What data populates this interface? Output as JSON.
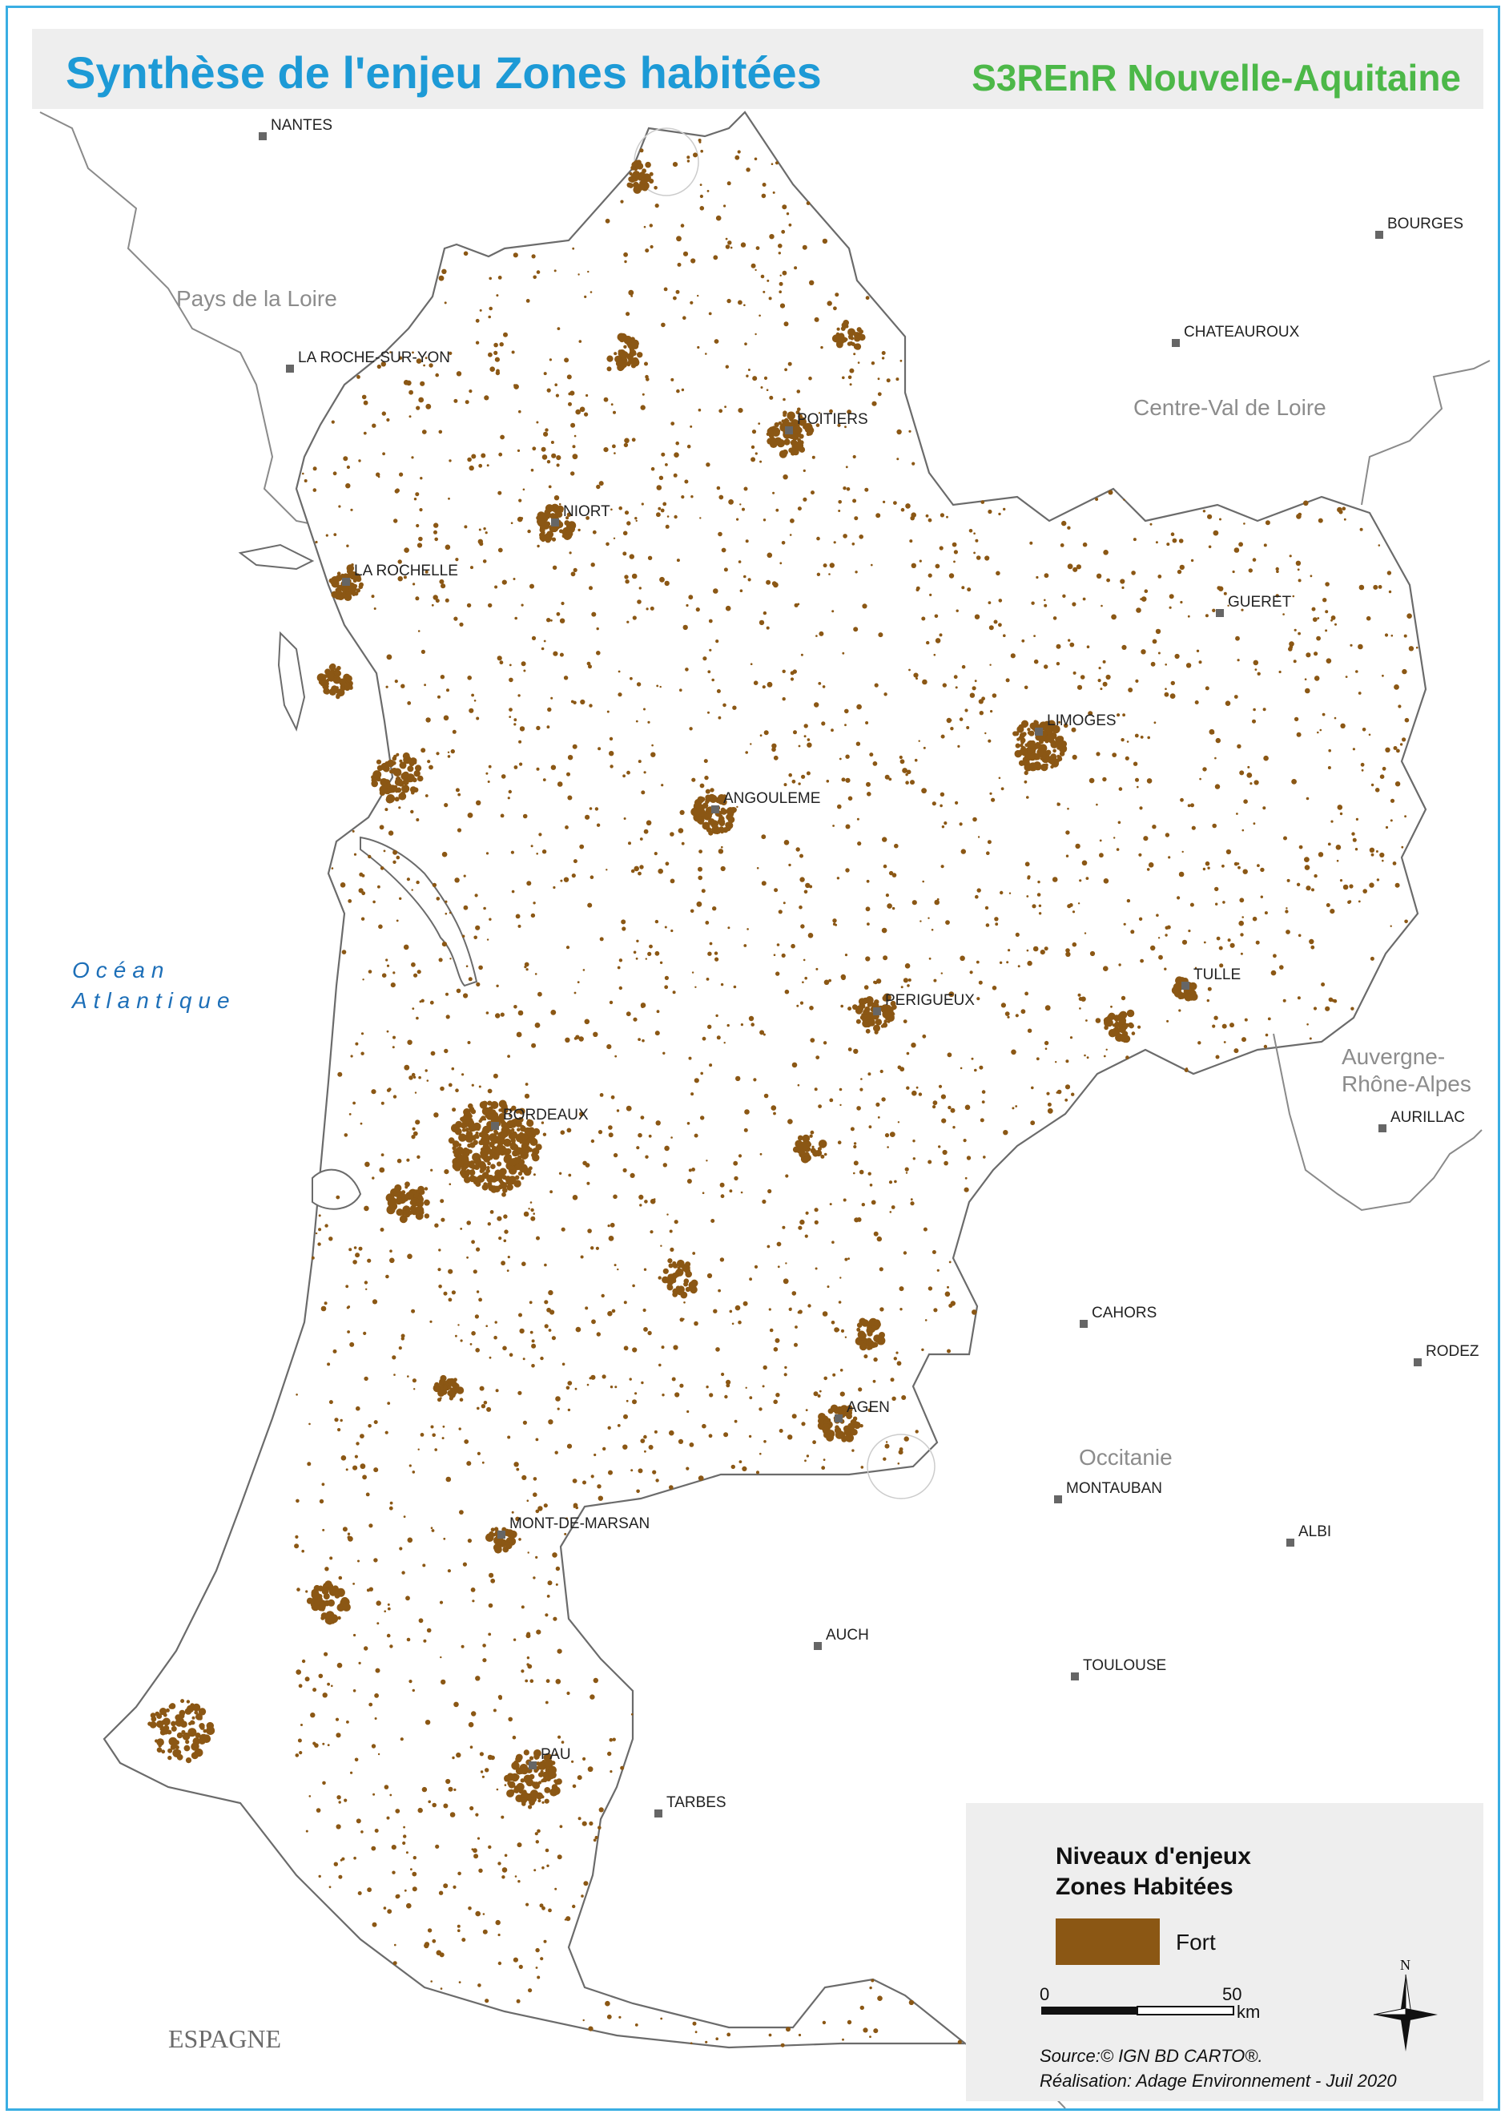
{
  "header": {
    "title": "Synthèse de l'enjeu Zones habitées",
    "subtitle": "S3REnR Nouvelle-Aquitaine"
  },
  "regions": [
    {
      "name": "Pays de la Loire"
    },
    {
      "name": "Centre-Val de Loire"
    },
    {
      "name": "Auvergne-\nRhône-Alpes"
    },
    {
      "name": "Occitanie"
    }
  ],
  "ocean": {
    "line1": "Océan",
    "line2": "Atlantique"
  },
  "country": "ESPAGNE",
  "cities": [
    "NANTES",
    "BOURGES",
    "CHATEAUROUX",
    "LA ROCHE-SUR-YON",
    "POITIERS",
    "NIORT",
    "LA ROCHELLE",
    "GUERET",
    "LIMOGES",
    "ANGOULEME",
    "TULLE",
    "PERIGUEUX",
    "AURILLAC",
    "BORDEAUX",
    "CAHORS",
    "RODEZ",
    "AGEN",
    "MONTAUBAN",
    "ALBI",
    "MONT-DE-MARSAN",
    "AUCH",
    "TOULOUSE",
    "PAU",
    "TARBES"
  ],
  "legend": {
    "title": "Niveaux d'enjeux\nZones Habitées",
    "item_label": "Fort",
    "item_color": "#8b5714",
    "scale_start": "0",
    "scale_end": "50",
    "scale_unit": "km",
    "north": "N",
    "source": "Source:© IGN BD CARTO®.",
    "credit": "Réalisation: Adage Environnement - Juil 2020"
  },
  "colors": {
    "title": "#1d9ad6",
    "subtitle": "#4cb848",
    "frame": "#3aaee3",
    "habitat": "#8b5714",
    "region_label": "#8c8c8c",
    "ocean_label": "#1d6fb8"
  }
}
